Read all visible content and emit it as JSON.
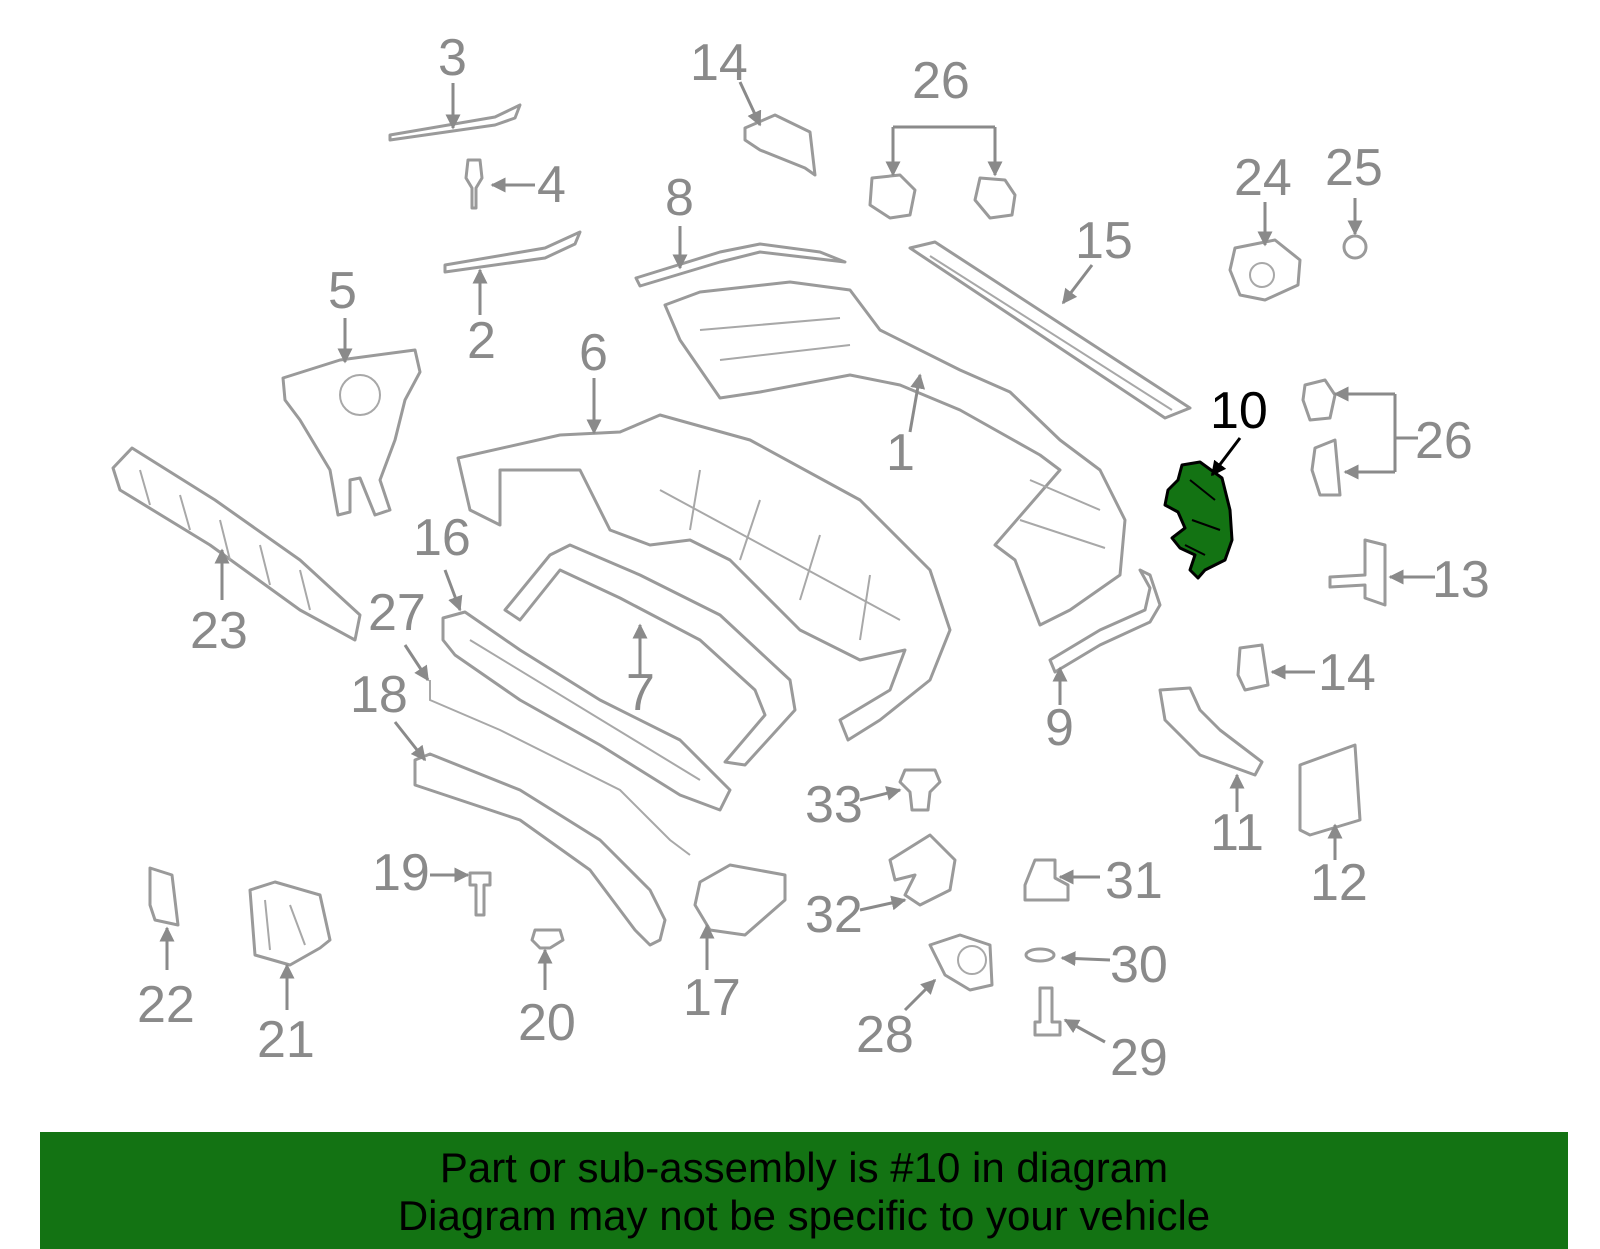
{
  "highlight_color": "#137313",
  "callouts": [
    "1",
    "2",
    "3",
    "4",
    "5",
    "6",
    "7",
    "8",
    "9",
    "10",
    "11",
    "12",
    "13",
    "14",
    "14",
    "15",
    "16",
    "17",
    "18",
    "19",
    "20",
    "21",
    "22",
    "23",
    "24",
    "25",
    "26",
    "26",
    "27",
    "28",
    "29",
    "30",
    "31",
    "32",
    "33"
  ],
  "highlighted_part": "10",
  "banner": {
    "line1": "Part or sub-assembly is #10 in diagram",
    "line2": "Diagram may not be specific to your vehicle"
  }
}
